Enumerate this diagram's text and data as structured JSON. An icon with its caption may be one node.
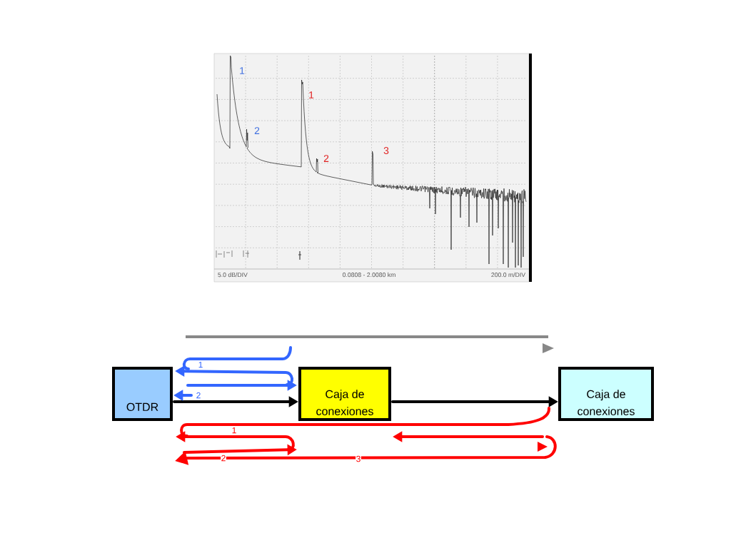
{
  "diagram": {
    "nodes": [
      {
        "text": [
          "OTDR"
        ]
      },
      {
        "text": [
          "Caja de conexiones"
        ]
      },
      {
        "text": [
          "Caja de conexiones"
        ]
      }
    ],
    "edges": [
      {
        "from": 0,
        "to": 1,
        "arrow": "to",
        "color": "#000000"
      },
      {
        "from": 1,
        "to": 2,
        "arrow": "to",
        "color": "#000000"
      },
      {
        "from": 1,
        "to": 0,
        "arrow": "to",
        "label": "1",
        "color": "#3366ff"
      },
      {
        "from": 1,
        "to": 0,
        "arrow": "none",
        "color": "#3366ff"
      },
      {
        "from": 0,
        "to": 1,
        "arrow": "to",
        "color": "#3366ff"
      },
      {
        "from": null,
        "to": 0,
        "arrow": "to",
        "label": "2",
        "color": "#3366ff"
      },
      {
        "from": 2,
        "to": 0,
        "arrow": "none"
      },
      {
        "from": 1,
        "to": 0,
        "arrow": "to",
        "label": "1"
      },
      {
        "from": 0,
        "to": 1,
        "arrow": "to",
        "label": "2"
      },
      {
        "from": 2,
        "to": 0,
        "arrow": "to",
        "label": "3"
      },
      {
        "from": 2,
        "to": 1,
        "arrow": "to"
      }
    ],
    "labels": [
      "1",
      "1",
      "2",
      "3",
      "2",
      "5.0 dB/DIV",
      "0.0808 - 2.0080 km",
      "200.0 m/DIV"
    ]
  }
}
